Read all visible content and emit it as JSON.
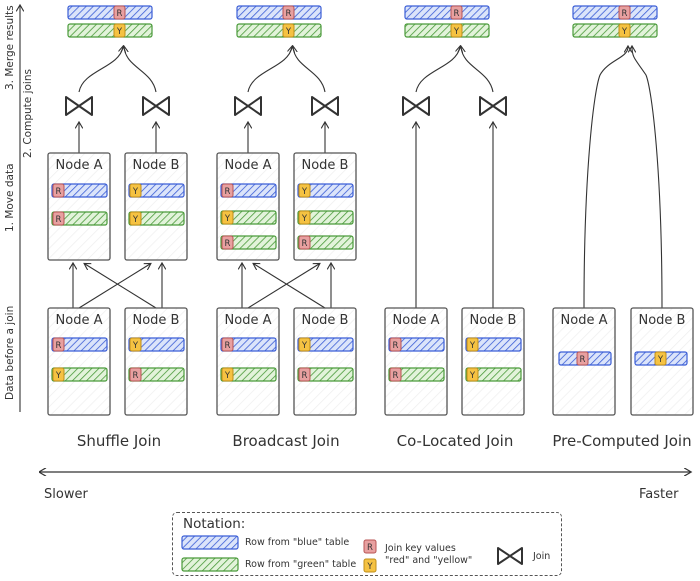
{
  "stage_labels": {
    "merge": "3. Merge results",
    "compute": "2. Compute joins",
    "move": "1. Move data",
    "before": "Data before a join"
  },
  "speed_axis": {
    "left": "Slower",
    "right": "Faster"
  },
  "node_labels": {
    "a": "Node A",
    "b": "Node B"
  },
  "key_letters": {
    "red": "R",
    "yellow": "Y"
  },
  "strategies": [
    {
      "title": "Shuffle Join"
    },
    {
      "title": "Broadcast Join"
    },
    {
      "title": "Co-Located Join"
    },
    {
      "title": "Pre-Computed Join"
    }
  ],
  "notation": {
    "title": "Notation:",
    "blue_row": "Row from \"blue\" table",
    "green_row": "Row from \"green\" table",
    "join_keys_line1": "Join key values",
    "join_keys_line2": "\"red\" and \"yellow\"",
    "join": "Join"
  },
  "colors": {
    "blue_fill": "#c9d6f5",
    "blue_stroke": "#3b5ed6",
    "green_fill": "#d3eec9",
    "green_stroke": "#4a9a3a",
    "red_key": "#e8a0a0",
    "yellow_key": "#f5c242",
    "box_stroke": "#555555",
    "line": "#333333"
  }
}
